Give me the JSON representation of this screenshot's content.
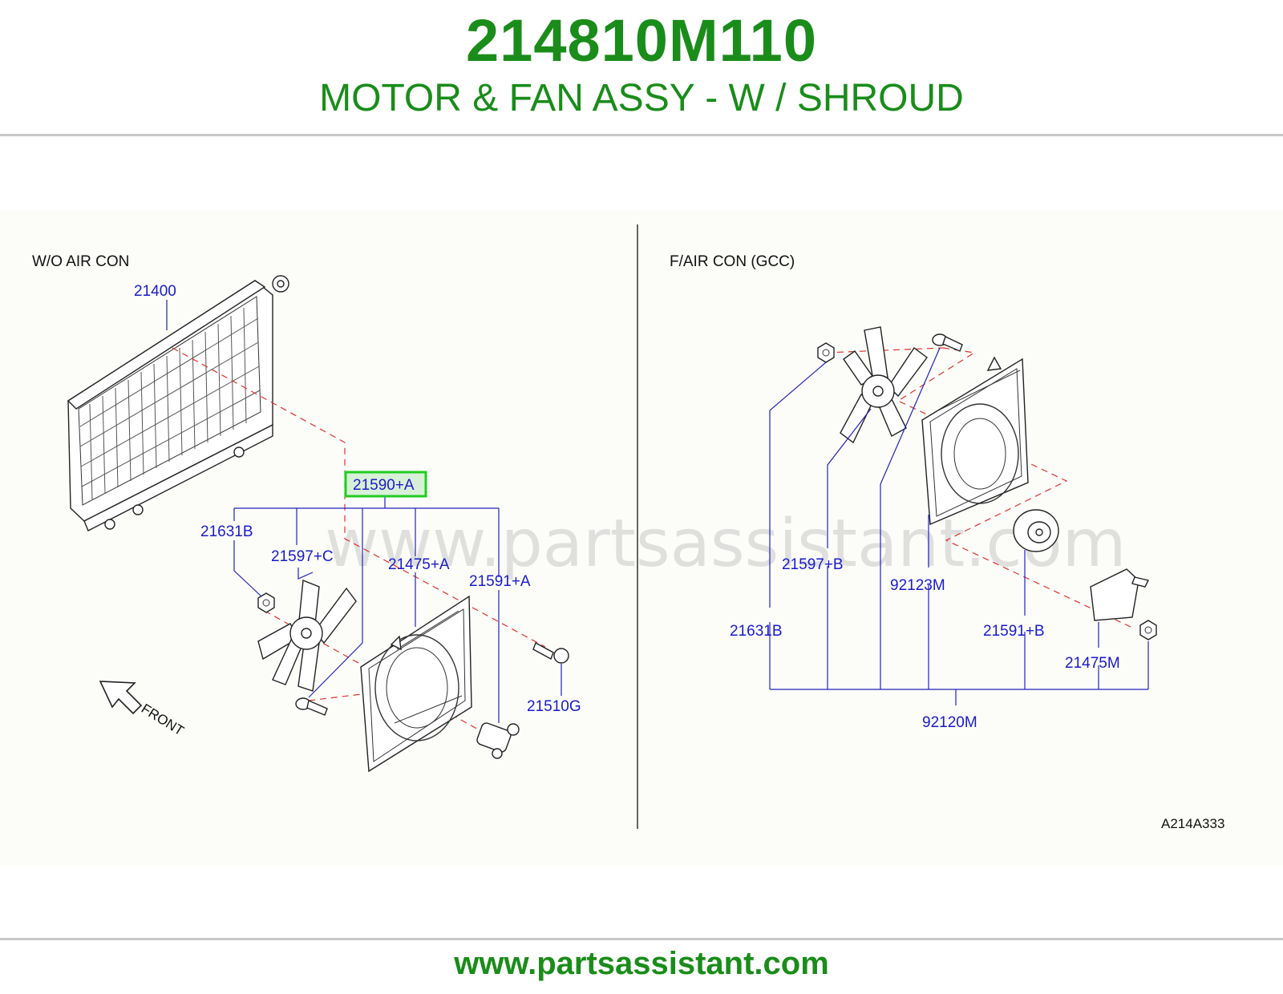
{
  "header": {
    "part_number": "214810M110",
    "part_name": "MOTOR & FAN ASSY - W / SHROUD"
  },
  "diagram": {
    "left_section_title": "W/O   AIR   CON",
    "right_section_title": "F/AIR   CON        (GCC)",
    "highlight_color": "#22cc22",
    "watermark": "www.partsassistant.com",
    "left_callouts": {
      "radiator": "21400",
      "assembly_highlighted": "21590+A",
      "nut": "21631B",
      "fan": "21597+C",
      "shroud": "21475+A",
      "motor": "21591+A",
      "screw": "21510G"
    },
    "right_callouts": {
      "fan": "21597+B",
      "screw": "92123M",
      "nut": "21631B",
      "motor": "21591+B",
      "bracket": "21475M",
      "assembly": "92120M"
    },
    "front_label": "FRONT",
    "reference_code": "A214A333"
  },
  "footer": {
    "url": "www.partsassistant.com"
  }
}
